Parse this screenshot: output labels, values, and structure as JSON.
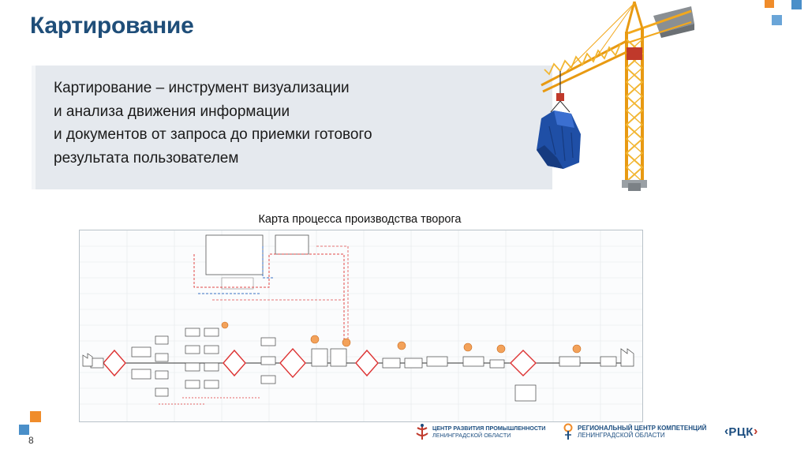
{
  "page": {
    "title": "Картирование",
    "page_number": "8"
  },
  "callout": {
    "lines": [
      "Картирование – инструмент визуализации",
      "и анализа движения информации",
      "и документов от запроса до приемки готового",
      "результата пользователем"
    ]
  },
  "map": {
    "caption": "Карта процесса производства творога"
  },
  "footer": {
    "logo1": {
      "line1": "ЦЕНТР РАЗВИТИЯ ПРОМЫШЛЕННОСТИ",
      "line2": "ЛЕНИНГРАДСКОЙ ОБЛАСТИ"
    },
    "logo2": {
      "line1": "РЕГИОНАЛЬНЫЙ ЦЕНТР КОМПЕТЕНЦИЙ",
      "line2": "ЛЕНИНГРАДСКОЙ ОБЛАСТИ"
    },
    "logo3": {
      "text": "РЦК"
    }
  },
  "colors": {
    "title": "#1f4e79",
    "accent_orange": "#f08c2a",
    "accent_blue": "#4a8fc9",
    "callout_bg": "#e5e9ee",
    "crane": "#f2a81d"
  },
  "icons": [
    "crane-illustration",
    "process-map-image",
    "crp-logo",
    "rck-logo"
  ]
}
